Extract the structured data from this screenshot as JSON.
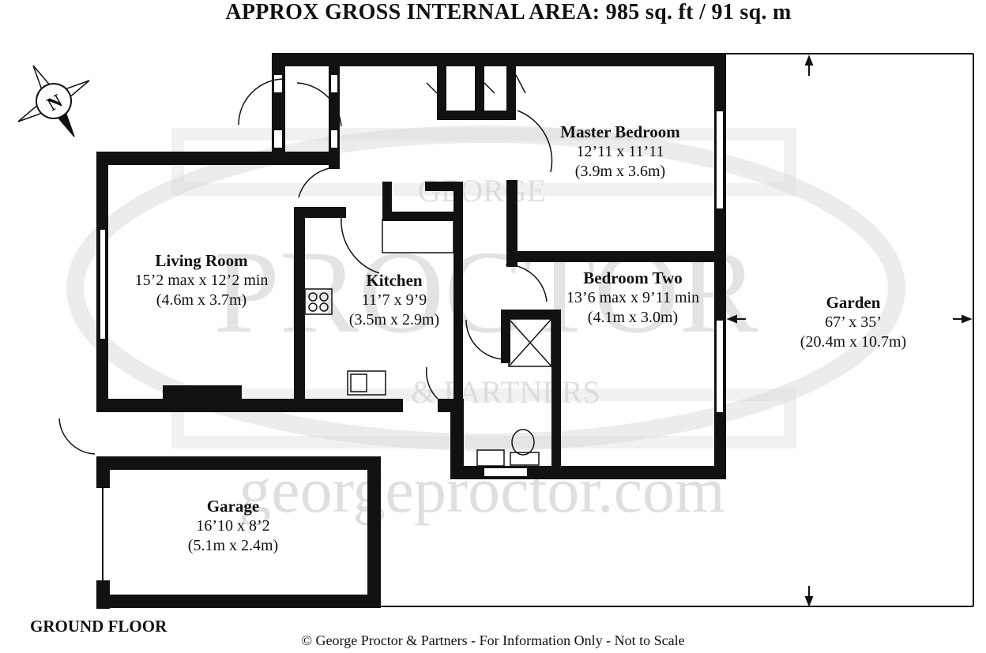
{
  "header": {
    "title": "APPROX GROSS INTERNAL AREA: 985 sq. ft / 91 sq. m"
  },
  "compass": {
    "label": "N"
  },
  "watermark": {
    "brand_top": "GEORGE",
    "brand_main": "PROCTOR",
    "brand_bottom": "& PARTNERS",
    "site": "georgeproctor.com"
  },
  "rooms": [
    {
      "id": "living-room",
      "name": "Living Room",
      "dim_imperial": "15’2 max x 12’2 min",
      "dim_metric": "(4.6m x 3.7m)"
    },
    {
      "id": "kitchen",
      "name": "Kitchen",
      "dim_imperial": "11’7 x 9’9",
      "dim_metric": "(3.5m x 2.9m)"
    },
    {
      "id": "master-bedroom",
      "name": "Master Bedroom",
      "dim_imperial": "12’11 x 11’11",
      "dim_metric": "(3.9m x 3.6m)"
    },
    {
      "id": "bedroom-two",
      "name": "Bedroom Two",
      "dim_imperial": "13’6 max x 9’11 min",
      "dim_metric": "(4.1m x 3.0m)"
    },
    {
      "id": "garden",
      "name": "Garden",
      "dim_imperial": "67’ x 35’",
      "dim_metric": "(20.4m x 10.7m)"
    },
    {
      "id": "garage",
      "name": "Garage",
      "dim_imperial": "16’10 x 8’2",
      "dim_metric": "(5.1m x 2.4m)"
    }
  ],
  "footer": {
    "floor_label": "GROUND FLOOR",
    "copyright": "© George Proctor & Partners - For Information Only - Not to Scale"
  },
  "colors": {
    "wall": "#111111",
    "watermark": "#d8d8d8",
    "background": "#ffffff"
  }
}
